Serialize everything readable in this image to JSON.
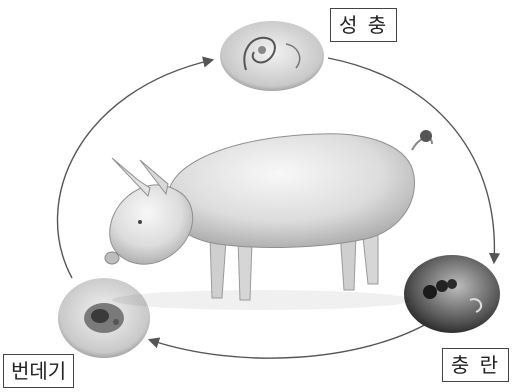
{
  "stages": {
    "adult": {
      "label": "성 충"
    },
    "egg": {
      "label": "충 란"
    },
    "larva": {
      "label": "번데기"
    }
  },
  "colors": {
    "cycle_line": "#555555",
    "label_border": "#444444",
    "pig_body": "#e6e6e6",
    "pig_shadow": "#9a9a9a"
  },
  "icons": {
    "subject": "pig-illustration",
    "adult": "adult-parasite-micrograph",
    "egg": "egg-micrograph",
    "larva": "larva-micrograph"
  }
}
